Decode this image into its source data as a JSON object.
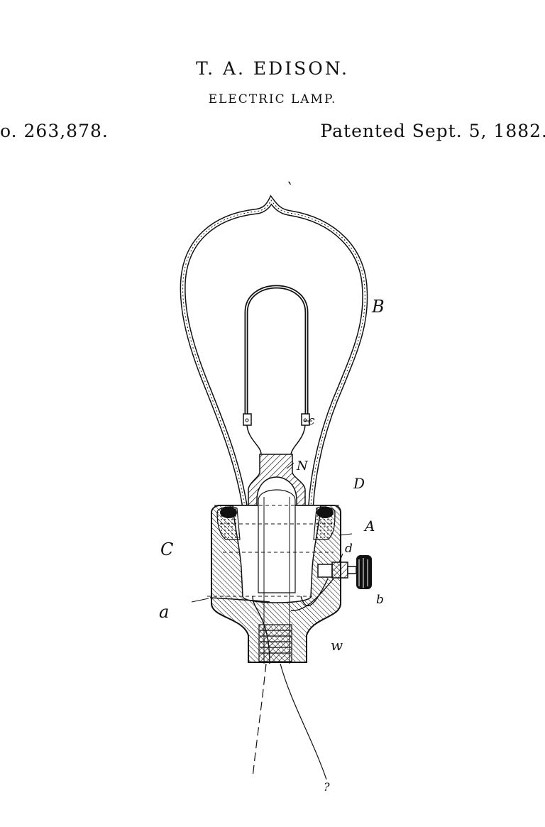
{
  "header": {
    "inventor": "T. A. EDISON.",
    "subject": "ELECTRIC LAMP.",
    "patent_number": "o. 263,878.",
    "patent_date": "Patented Sept. 5, 1882."
  },
  "figure": {
    "labels": {
      "tip": "ˋ",
      "bulb": "B",
      "clamp": "c",
      "neck": "N",
      "d_upper": "D",
      "a_right": "A",
      "c_left": "C",
      "d_lower": "d",
      "b_screw": "b",
      "a_left": "a",
      "w_base": "w",
      "wire_end": "?"
    },
    "colors": {
      "ink": "#111111",
      "paper": "#ffffff"
    }
  }
}
